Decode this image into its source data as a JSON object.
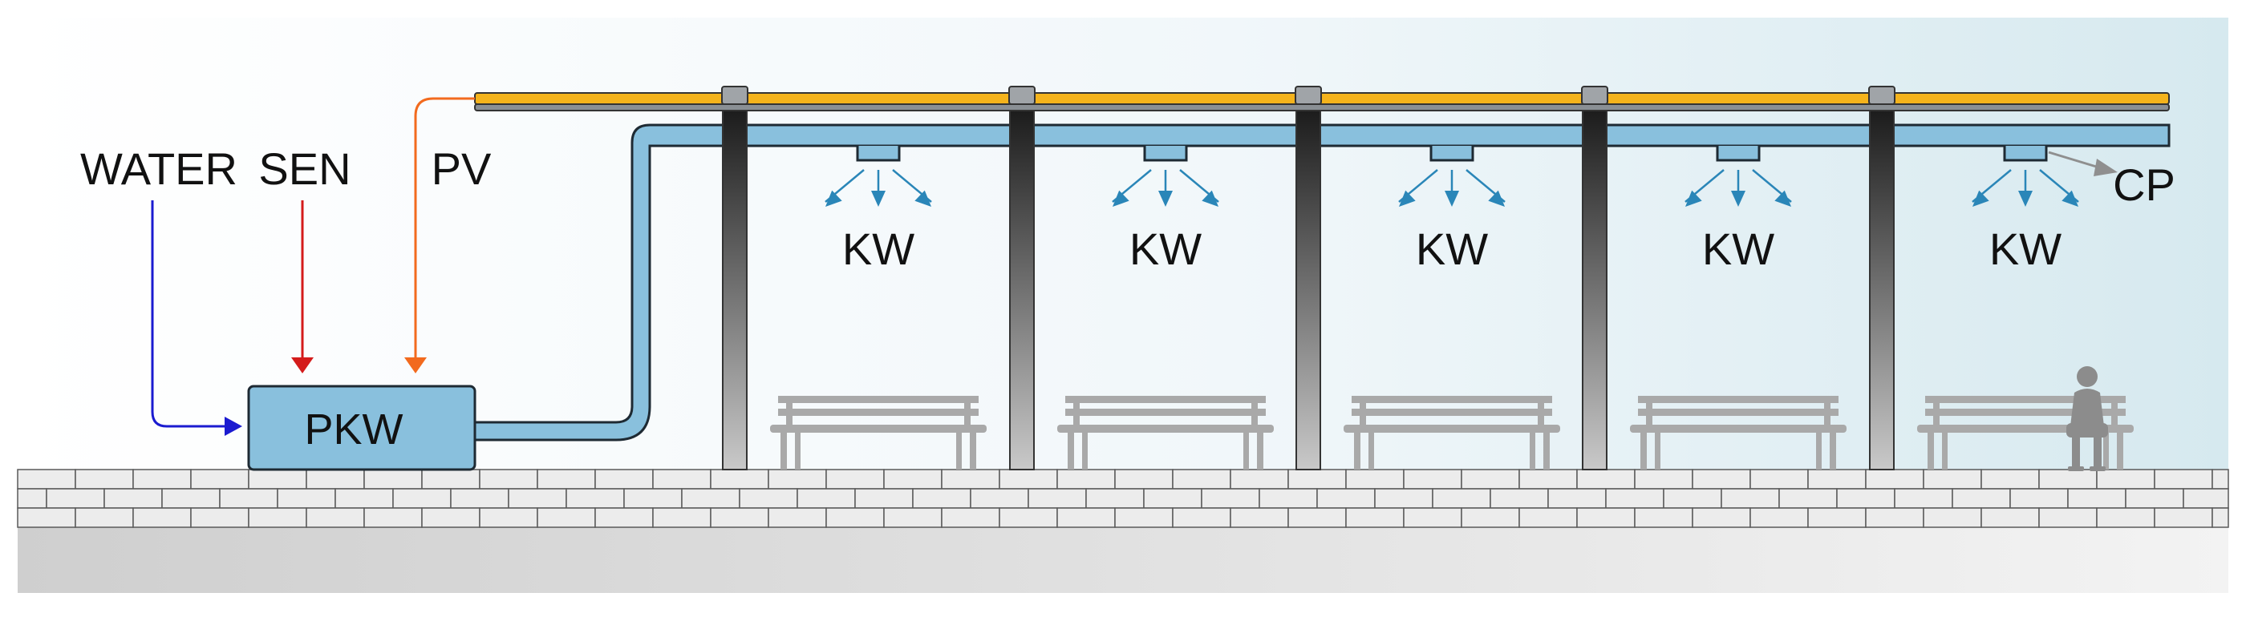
{
  "labels": {
    "water": "WATER",
    "sen": "SEN",
    "pv": "PV",
    "pkw": "PKW",
    "cp": "CP",
    "kw": [
      "KW",
      "KW",
      "KW",
      "KW",
      "KW"
    ]
  },
  "colors": {
    "water_line": "#1b1bd0",
    "sen_line": "#d41b1b",
    "pv_line": "#f26a1e",
    "pipe_fill": "#89c0dd",
    "pipe_stroke": "#1e2a33",
    "panel_yellow": "#f4b31c",
    "panel_rail": "#8a8f94",
    "nozzle_arrow": "#2a86b8",
    "cp_arrow": "#8f8f8f",
    "bench": "#a9a9a9",
    "person": "#8c8c8c",
    "pavement": "#d0d0d0"
  },
  "icons": {
    "person": "seated-person-icon",
    "bench": "bench-icon"
  }
}
